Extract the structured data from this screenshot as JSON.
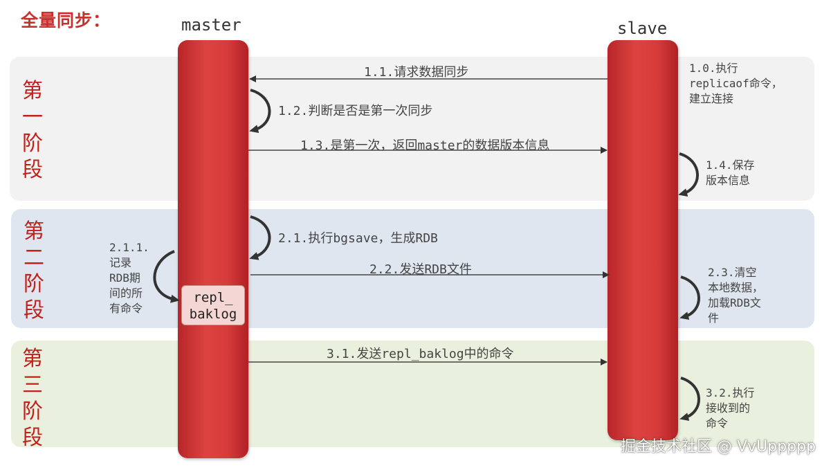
{
  "title": "全量同步：",
  "actors": {
    "master": "master",
    "slave": "slave"
  },
  "stages": [
    {
      "chars": [
        "第",
        "一",
        "阶",
        "段"
      ]
    },
    {
      "chars": [
        "第",
        "二",
        "阶",
        "段"
      ]
    },
    {
      "chars": [
        "第",
        "三",
        "阶",
        "段"
      ]
    }
  ],
  "buffer": {
    "line1": "repl_",
    "line2": "baklog"
  },
  "messages": {
    "m1_1": "1.1.请求数据同步",
    "m1_2": "1.2.判断是否是第一次同步",
    "m1_3": "1.3.是第一次，返回master的数据版本信息",
    "m2_1": "2.1.执行bgsave，生成RDB",
    "m2_2": "2.2.发送RDB文件",
    "m3_1": "3.1.发送repl_baklog中的命令"
  },
  "notes": {
    "n1_0": [
      "1.0.执行",
      "replicaof命令，",
      "建立连接"
    ],
    "n1_4": [
      "1.4.保存",
      "版本信息"
    ],
    "n2_1_1": [
      "2.1.1.",
      "记录",
      "RDB期",
      "间的所",
      "有命令"
    ],
    "n2_3": [
      "2.3.清空",
      "本地数据，",
      "加载RDB文",
      "件"
    ],
    "n3_2": [
      "3.2.执行",
      "接收到的",
      "命令"
    ]
  },
  "watermark": "掘金技术社区 @ VvUppppp",
  "colors": {
    "accent": "#c9302c",
    "lifeline": "#d63b3b",
    "stage1_bg": "#f2f2f2",
    "stage2_bg": "#dfe6ef",
    "stage3_bg": "#eaf0de",
    "buffer_bg": "#f4d6d4"
  }
}
